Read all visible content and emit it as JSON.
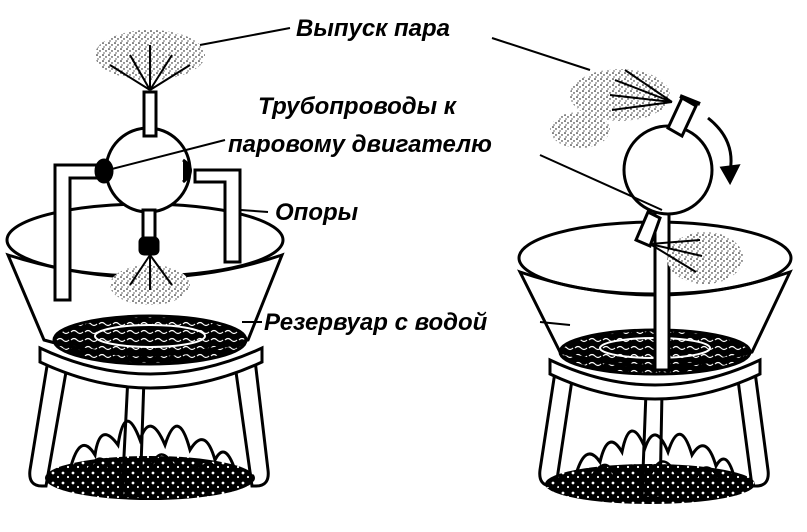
{
  "labels": {
    "steam_outlet": "Выпуск пара",
    "pipes_line1": "Трубопроводы к",
    "pipes_line2": "паровому двигателю",
    "supports": "Опоры",
    "water_tank": "Резервуар с водой"
  },
  "colors": {
    "ink": "#000000",
    "paper": "#ffffff"
  }
}
